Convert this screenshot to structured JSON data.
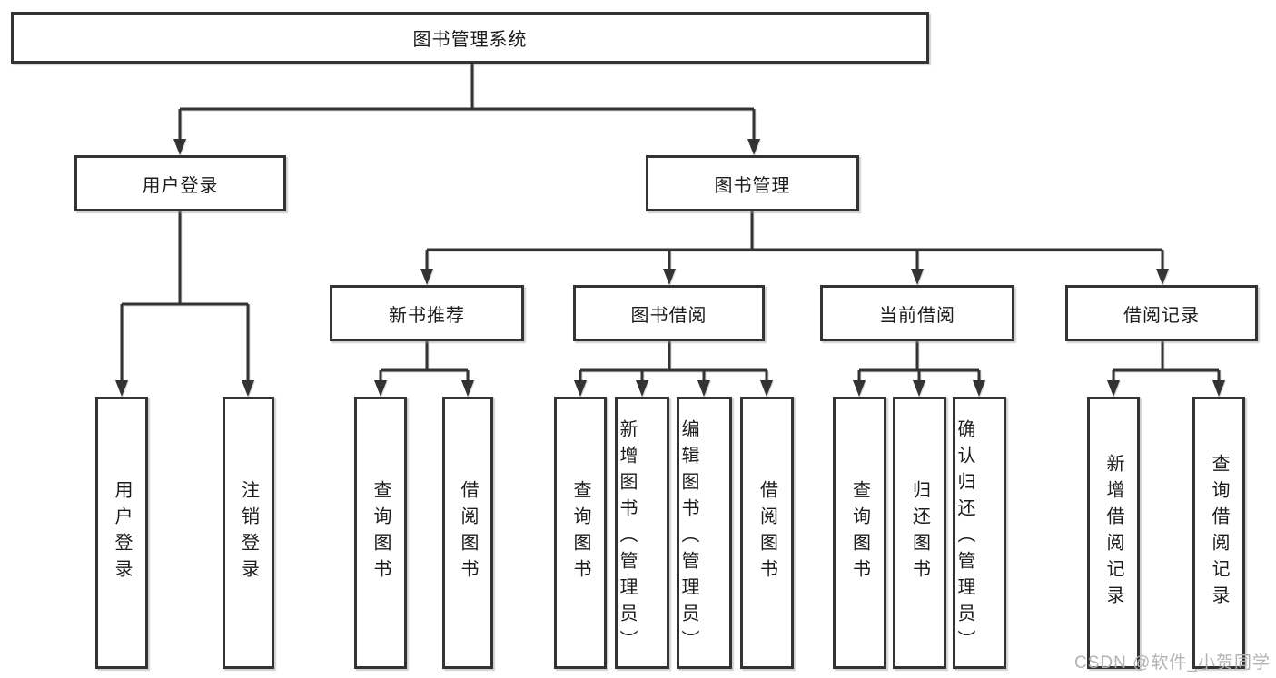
{
  "tree": {
    "label": "图书管理系统",
    "children": [
      {
        "label": "用户登录",
        "children": [
          {
            "label": "用户登录"
          },
          {
            "label": "注销登录"
          }
        ]
      },
      {
        "label": "图书管理",
        "children": [
          {
            "label": "新书推荐",
            "children": [
              {
                "label": "查询图书"
              },
              {
                "label": "借阅图书"
              }
            ]
          },
          {
            "label": "图书借阅",
            "children": [
              {
                "label": "查询图书"
              },
              {
                "label": "新增图书（管理员）"
              },
              {
                "label": "编辑图书（管理员）"
              },
              {
                "label": "借阅图书"
              }
            ]
          },
          {
            "label": "当前借阅",
            "children": [
              {
                "label": "查询图书"
              },
              {
                "label": "归还图书"
              },
              {
                "label": "确认归还（管理员）"
              }
            ]
          },
          {
            "label": "借阅记录",
            "children": [
              {
                "label": "新增借阅记录"
              },
              {
                "label": "查询借阅记录"
              }
            ]
          }
        ]
      }
    ]
  },
  "watermark": {
    "text": "CSDN @软件_小贺同学"
  },
  "colors": {
    "line": "#333333",
    "box_bg": "#ffffff",
    "text": "#1c1c1c",
    "watermark": "#b3b3b3"
  }
}
